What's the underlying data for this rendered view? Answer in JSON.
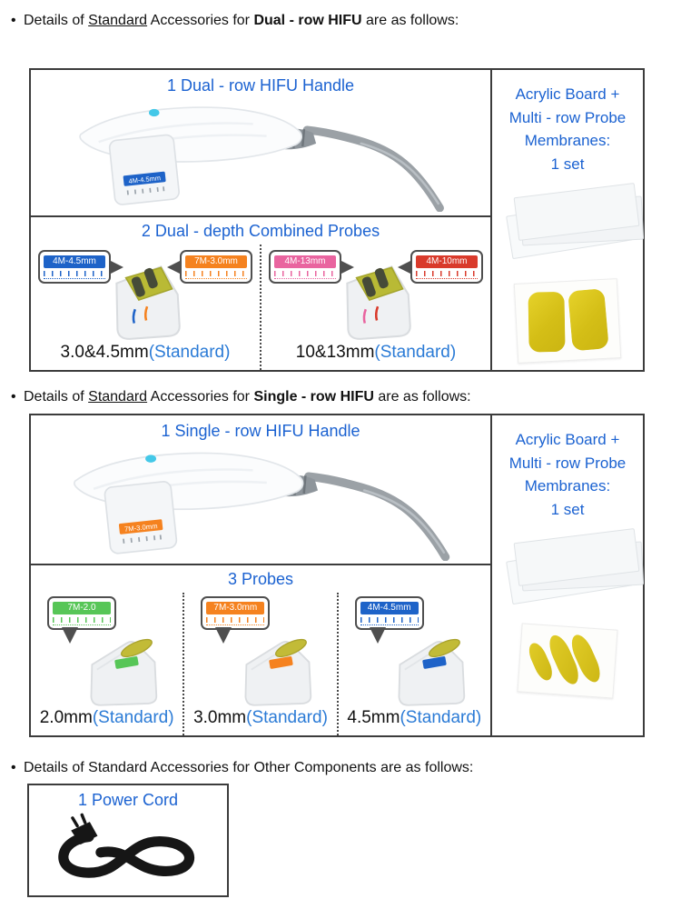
{
  "colors": {
    "heading_blue": "#1b62d1",
    "standard_blue": "#2b7bd6",
    "label_blue": "#1e63c8",
    "label_orange": "#f5821f",
    "label_pink": "#e9649f",
    "label_red": "#d93a2b",
    "label_green": "#57c657",
    "cyan_button": "#44c8e8"
  },
  "bullet_marker": "•",
  "bullets": [
    {
      "pre": "Details of ",
      "underlined": "Standard",
      "mid": " Accessories for ",
      "bold": "Dual - row HIFU",
      "post": " are as follows:"
    },
    {
      "pre": "Details of ",
      "underlined": "Standard",
      "mid": " Accessories for ",
      "bold": "Single - row HIFU",
      "post": " are as follows:"
    },
    {
      "text": "Details of Standard Accessories for Other Components are as follows:"
    }
  ],
  "dual_table": {
    "handle_title": "1 Dual - row HIFU Handle",
    "handle_cartridge_label": "4M-4.5mm",
    "probes_title": "2 Dual - depth Combined Probes",
    "side": {
      "lines": [
        "Acrylic Board +",
        "Multi - row Probe",
        "Membranes:",
        "1 set"
      ]
    },
    "probes": [
      {
        "left_label": "4M-4.5mm",
        "right_label": "7M-3.0mm",
        "caption": "3.0&4.5mm",
        "caption_suffix": "(Standard)"
      },
      {
        "left_label": "4M-13mm",
        "right_label": "4M-10mm",
        "caption": "10&13mm",
        "caption_suffix": "(Standard)"
      }
    ]
  },
  "single_table": {
    "handle_title": "1 Single - row HIFU Handle",
    "handle_cartridge_label": "7M-3.0mm",
    "probes_title": "3 Probes",
    "side": {
      "lines": [
        "Acrylic Board +",
        "Multi - row Probe",
        "Membranes:",
        "1 set"
      ]
    },
    "probes": [
      {
        "label": "7M-2.0",
        "caption": "2.0mm",
        "caption_suffix": "(Standard)"
      },
      {
        "label": "7M-3.0mm",
        "caption": "3.0mm",
        "caption_suffix": "(Standard)"
      },
      {
        "label": "4M-4.5mm",
        "caption": "4.5mm",
        "caption_suffix": "(Standard)"
      }
    ]
  },
  "other_table": {
    "title": "1 Power Cord"
  }
}
